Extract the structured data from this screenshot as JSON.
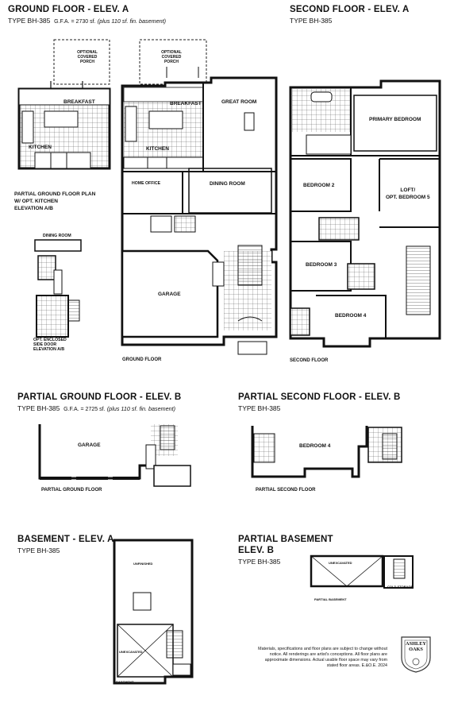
{
  "sections": {
    "ground_a": {
      "title": "GROUND FLOOR - ELEV. A",
      "type": "TYPE BH-385",
      "gfa": "G.F.A. = 2730 sf.",
      "gfa_note": "(plus 110 sf. fin. basement)"
    },
    "second_a": {
      "title": "SECOND FLOOR - ELEV. A",
      "type": "TYPE BH-385"
    },
    "partial_ground_b": {
      "title": "PARTIAL GROUND FLOOR - ELEV. B",
      "type": "TYPE BH-385",
      "gfa": "G.F.A. = 2725 sf.",
      "gfa_note": "(plus 110 sf. fin. basement)"
    },
    "partial_second_b": {
      "title": "PARTIAL SECOND FLOOR - ELEV. B",
      "type": "TYPE BH-385"
    },
    "basement_a": {
      "title": "BASEMENT - ELEV. A",
      "type": "TYPE BH-385"
    },
    "partial_basement_b": {
      "title_line1": "PARTIAL BASEMENT",
      "title_line2": "ELEV. B",
      "type": "TYPE BH-385"
    }
  },
  "rooms": {
    "breakfast": "BREAKFAST",
    "kitchen": "KITCHEN",
    "great_room": "GREAT ROOM",
    "dining_room": "DINING ROOM",
    "home_office": "HOME OFFICE",
    "garage": "GARAGE",
    "primary_bedroom": "PRIMARY BEDROOM",
    "bedroom2": "BEDROOM 2",
    "bedroom3": "BEDROOM 3",
    "bedroom4": "BEDROOM 4",
    "loft_line1": "LOFT/",
    "loft_line2": "OPT. BEDROOM 5",
    "dining_room_small": "DINING ROOM",
    "opt_covered_porch_1": "OPTIONAL COVERED PORCH",
    "opt_covered_porch_2": "OPTIONAL COVERED PORCH",
    "unfinished": "UNFINISHED",
    "unexcavated": "UNEXCAVATED",
    "cold_storage": "COLD STORAGE"
  },
  "captions": {
    "partial_plan_line1": "PARTIAL GROUND FLOOR PLAN",
    "partial_plan_line2": "W/ OPT. KITCHEN",
    "partial_plan_line3": "ELEVATION A/B",
    "opt_side_door_line1": "OPT. ENCLOSED",
    "opt_side_door_line2": "SIDE DOOR",
    "opt_side_door_line3": "ELEVATION A/B",
    "ground_floor": "GROUND FLOOR",
    "second_floor": "SECOND FLOOR",
    "partial_ground_floor": "PARTIAL GROUND FLOOR",
    "partial_second_floor": "PARTIAL SECOND FLOOR",
    "partial_basement": "PARTIAL BASEMENT",
    "basement": "BASEMENT"
  },
  "disclaimer": "Materials, specifications and floor plans are subject to change without notice. All renderings are artist's conceptions. All floor plans are approximate dimensions. Actual usable floor space may vary from stated floor areas. E.&O.E. 2024",
  "logo": {
    "line1": "ASHLEY",
    "line2": "OAKS"
  }
}
